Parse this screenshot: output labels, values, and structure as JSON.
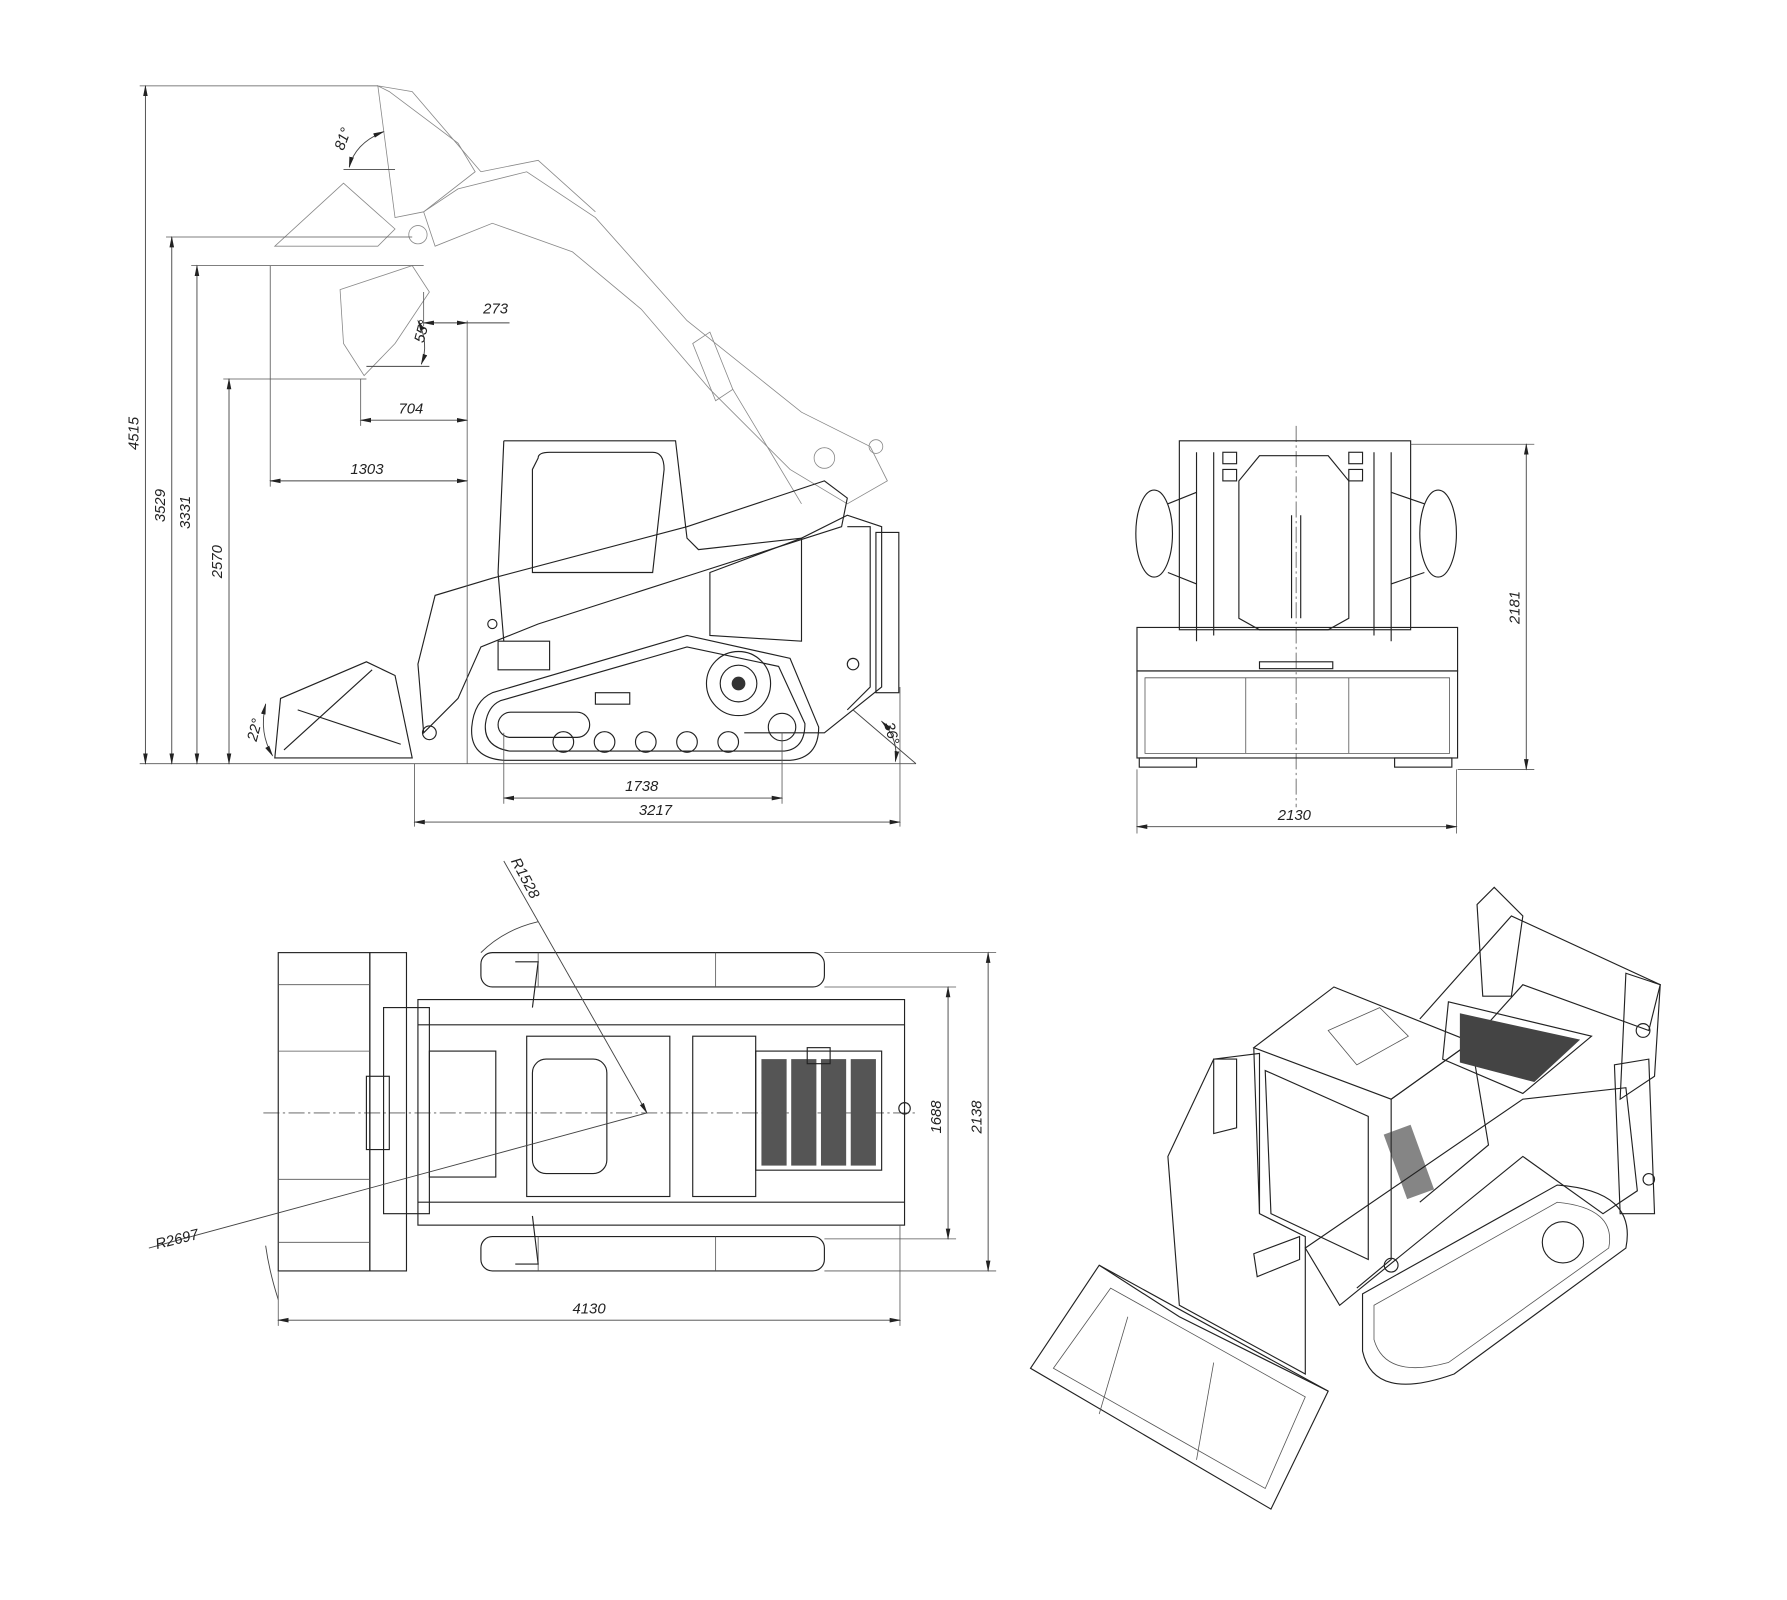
{
  "side_view": {
    "heights": {
      "max_pin_height": "4515",
      "dump_height_top": "3529",
      "hinge_height": "3331",
      "dump_clearance": "2570"
    },
    "reaches": {
      "reach_273": "273",
      "reach_704": "704",
      "reach_1303": "1303"
    },
    "angles": {
      "rollback_top": "81°",
      "dump_angle": "55°",
      "rollback_ground": "22°",
      "departure_angle": "36°"
    },
    "lengths": {
      "track_length": "1738",
      "overall_length": "3217"
    }
  },
  "front_view": {
    "height": "2181",
    "width": "2130"
  },
  "top_view": {
    "track_width": "1688",
    "overall_width": "2138",
    "overall_length": "4130",
    "turn_radius_inner": "R1528",
    "turn_radius_outer": "R2697"
  }
}
